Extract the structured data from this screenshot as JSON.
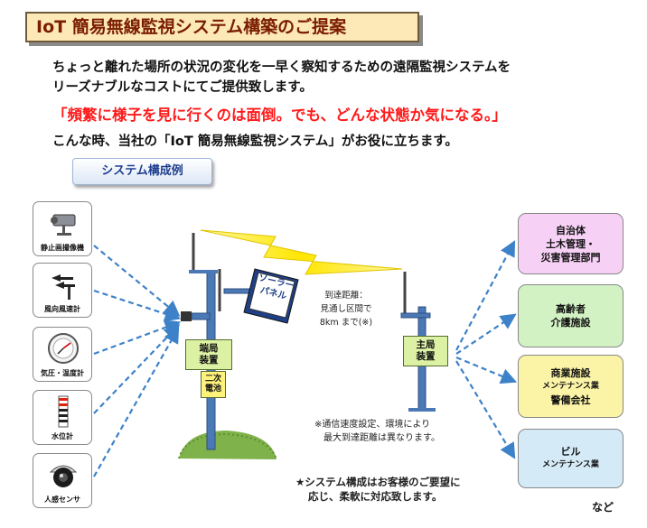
{
  "title": "IoT 簡易無線監視システム構築のご提案",
  "intro": {
    "line1": "ちょっと離れた場所の状況の変化を一早く察知するための遠隔監視システムを",
    "line2": "リーズナブルなコストにてご提供致します。",
    "highlight": "「頻繁に様子を見に行くのは面倒。でも、どんな状態か気になる。」",
    "line3": "こんな時、当社の「IoT 簡易無線監視システム」がお役に立ちます。"
  },
  "example_button": "システム構成例",
  "sensors": [
    {
      "label": "静止画撮像機",
      "icon": "camera-icon"
    },
    {
      "label": "風向風速計",
      "icon": "anemometer-icon"
    },
    {
      "label": "気圧・温度計",
      "icon": "gauge-icon"
    },
    {
      "label": "水位計",
      "icon": "water-level-icon"
    },
    {
      "label": "人感センサ",
      "icon": "motion-sensor-icon"
    }
  ],
  "terminal": {
    "line1": "端局",
    "line2": "装置",
    "battery1": "二次",
    "battery2": "電池"
  },
  "solar": {
    "line1": "ソーラー",
    "line2": "パネル"
  },
  "distance": {
    "line1": "到達距離：",
    "line2": "見通し区間で",
    "line3": "8km まで(※)"
  },
  "master": {
    "line1": "主局",
    "line2": "装置"
  },
  "footnote": {
    "line1": "※通信速度設定、環境により",
    "line2": "最大到達距離は異なります。"
  },
  "system_note": {
    "line1": "★システム構成はお客様のご要望に",
    "line2": "応じ、柔軟に対応致します。"
  },
  "organizations": [
    {
      "lines": [
        "自治体",
        "土木管理・",
        "災害管理部門"
      ],
      "color": "#f6d1f5"
    },
    {
      "lines": [
        "高齢者",
        "介護施設"
      ],
      "color": "#d3f2c4"
    },
    {
      "lines": [
        "商業施設",
        "メンテナンス業",
        "警備会社"
      ],
      "color": "#fbf3a6"
    },
    {
      "lines": [
        "ビル",
        "メンテナンス業"
      ],
      "color": "#d5eaf7"
    }
  ],
  "etc": "など",
  "colors": {
    "arrow": "#3d82c8",
    "bolt": "#ffe600",
    "pole": "#4a79b5",
    "grass": "#7fb24a"
  }
}
